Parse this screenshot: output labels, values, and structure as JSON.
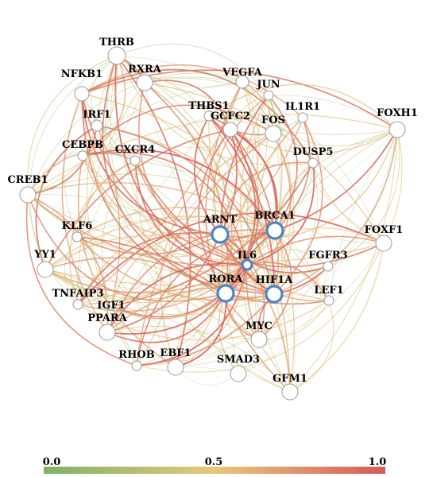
{
  "nodes": [
    {
      "id": "THRB",
      "hub": false
    },
    {
      "id": "RXRA",
      "hub": false
    },
    {
      "id": "NFKB1",
      "hub": false
    },
    {
      "id": "VEGFA",
      "hub": false
    },
    {
      "id": "JUN",
      "hub": false
    },
    {
      "id": "IL1R1",
      "hub": false
    },
    {
      "id": "FOXH1",
      "hub": false
    },
    {
      "id": "IRF1",
      "hub": false
    },
    {
      "id": "THBS1",
      "hub": false
    },
    {
      "id": "GCFC2",
      "hub": false
    },
    {
      "id": "FOS",
      "hub": false
    },
    {
      "id": "DUSP5",
      "hub": false
    },
    {
      "id": "CEBPB",
      "hub": false
    },
    {
      "id": "CXCR4",
      "hub": false
    },
    {
      "id": "CREB1",
      "hub": false
    },
    {
      "id": "ARNT",
      "hub": true
    },
    {
      "id": "BRCA1",
      "hub": true
    },
    {
      "id": "KLF6",
      "hub": false
    },
    {
      "id": "FOXF1",
      "hub": false
    },
    {
      "id": "YY1",
      "hub": false
    },
    {
      "id": "IL6",
      "hub": true
    },
    {
      "id": "FGFR3",
      "hub": false
    },
    {
      "id": "RORA",
      "hub": true
    },
    {
      "id": "HIF1A",
      "hub": true
    },
    {
      "id": "LEF1",
      "hub": false
    },
    {
      "id": "TNFAIP3",
      "hub": false
    },
    {
      "id": "IGF1",
      "hub": false
    },
    {
      "id": "PPARA",
      "hub": false
    },
    {
      "id": "MYC",
      "hub": false
    },
    {
      "id": "RHOB",
      "hub": false
    },
    {
      "id": "EBF1",
      "hub": false
    },
    {
      "id": "SMAD3",
      "hub": false
    },
    {
      "id": "GFM1",
      "hub": false
    }
  ],
  "colorbar": {
    "ticks": [
      "0.0",
      "0.5",
      "1.0"
    ],
    "colors": [
      "#7fb266",
      "#e6c87a",
      "#d75a5a"
    ]
  }
}
